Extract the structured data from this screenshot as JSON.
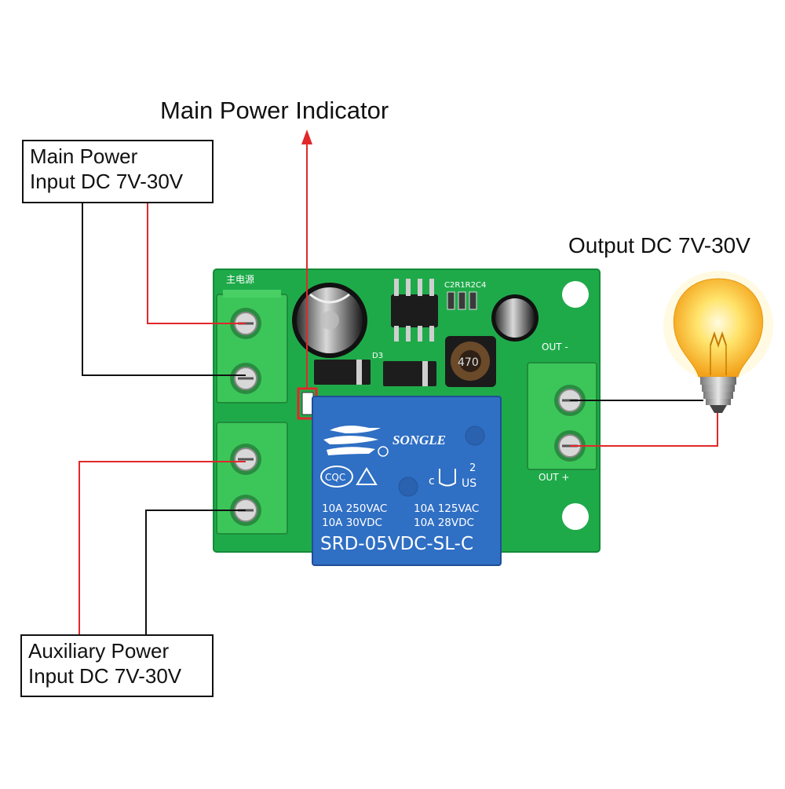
{
  "labels": {
    "main_power_indicator": "Main Power Indicator",
    "main_power_input_line1": "Main Power",
    "main_power_input_line2": "Input DC 7V-30V",
    "output": "Output DC 7V-30V",
    "aux_power_input_line1": "Auxiliary Power",
    "aux_power_input_line2": "Input DC 7V-30V"
  },
  "board": {
    "silk_main_power": "主电源",
    "silk_c2r1r2c4": "C2R1R2C4",
    "silk_d3": "D3",
    "silk_out_minus": "OUT  -",
    "silk_out_plus": "OUT  +",
    "inductor_text": "470",
    "relay": {
      "brand": "SONGLE",
      "cqc": "CQC",
      "ul_c": "c",
      "ul_us": "US",
      "ul_num": "2",
      "rating_row1_left": "10A  250VAC",
      "rating_row1_right": "10A  125VAC",
      "rating_row2_left": "10A   30VDC",
      "rating_row2_right": "10A   28VDC",
      "model": "SRD-05VDC-SL-C"
    }
  },
  "colors": {
    "pcb_green": "#1faa4a",
    "terminal_green": "#3cc65a",
    "relay_blue": "#2f6fc4",
    "wire_red": "#e0282a",
    "wire_black": "#111111"
  }
}
